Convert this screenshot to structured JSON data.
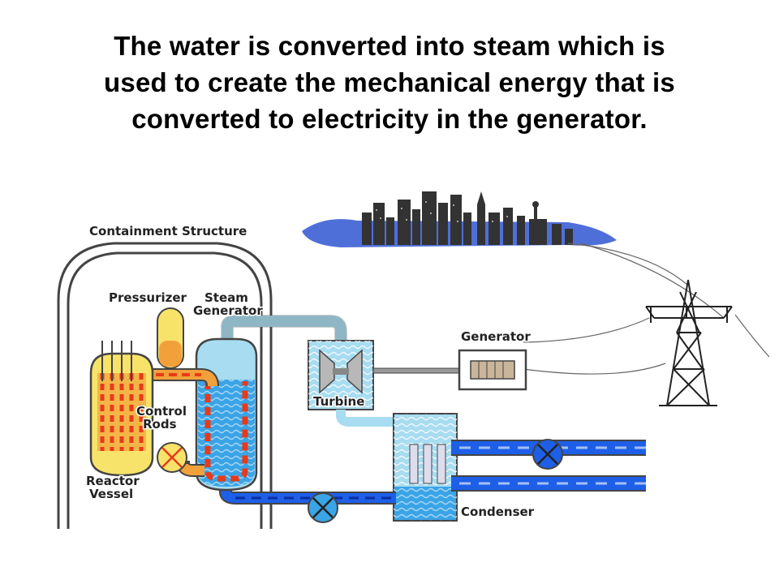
{
  "title_lines": [
    "The water is converted into steam which is",
    "used to create the mechanical energy that is",
    "converted to electricity in the generator."
  ],
  "labels": {
    "containment": "Containment Structure",
    "pressurizer": "Pressurizer",
    "steam_gen_1": "Steam",
    "steam_gen_2": "Generator",
    "generator": "Generator",
    "turbine": "Turbine",
    "control_1": "Control",
    "control_2": "Rods",
    "reactor_1": "Reactor",
    "reactor_2": "Vessel",
    "condenser": "Condenser"
  },
  "colors": {
    "hot_loop": "#e83a1a",
    "hot_fill": "#f7e36a",
    "steam": "#a8dcf0",
    "cooling_water": "#1e5fe8",
    "city": "#333333",
    "sky": "#4f6fd8"
  }
}
